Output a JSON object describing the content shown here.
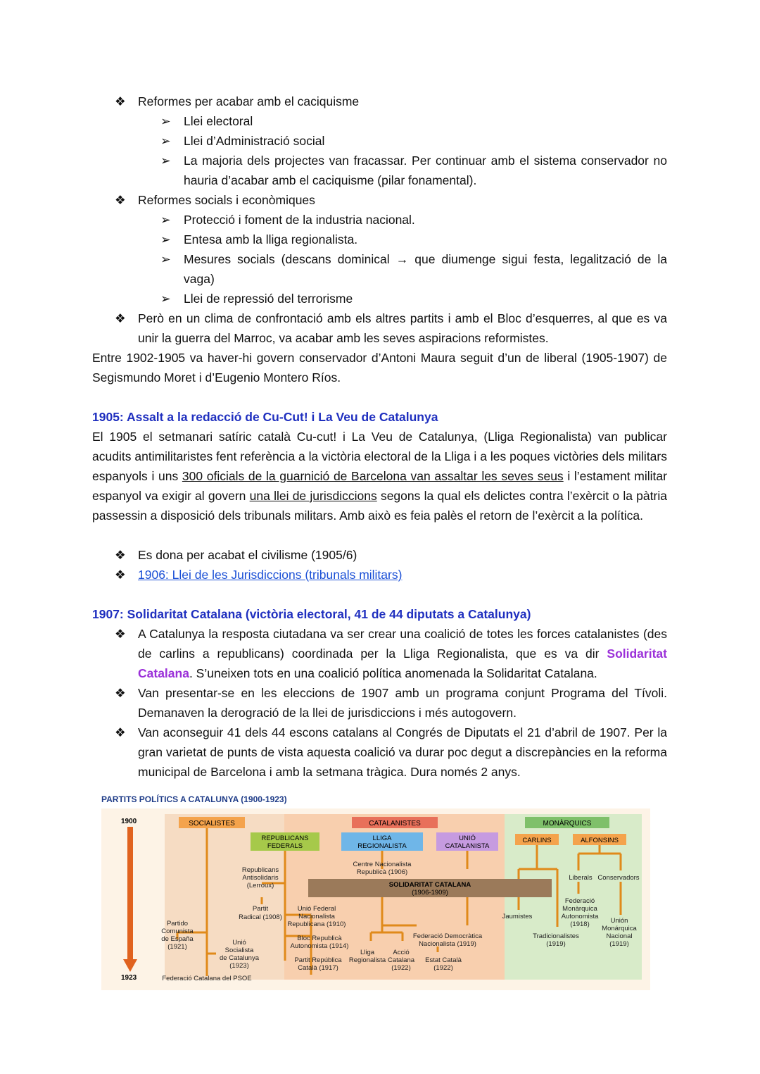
{
  "symbols": {
    "diamond": "❖",
    "arrow": "➢",
    "rarrow": "→"
  },
  "reforms": {
    "caciquisme": {
      "title": "Reformes per acabar amb el caciquisme",
      "items": [
        "Llei electoral",
        "Llei d’Administració social",
        "La majoria dels projectes van fracassar. Per continuar amb el sistema conservador no hauria d’acabar amb el caciquisme (pilar fonamental)."
      ]
    },
    "socials": {
      "title": "Reformes socials i econòmiques",
      "items": [
        "Protecció i foment de la industria nacional.",
        "Entesa amb la lliga regionalista.",
        "Mesures socials (descans dominical",
        "que diumenge sigui festa, legalització de la vaga)",
        "Llei de repressió del terrorisme"
      ]
    },
    "pero": "Però en un clima de confrontació amb els altres partits i amb el Bloc d’esquerres, al que es va unir la guerra del Marroc, va acabar amb les seves aspiracions reformistes."
  },
  "governs": "Entre 1902-1905 va haver-hi govern conservador d’Antoni Maura seguit d’un de liberal (1905-1907) de Segismundo Moret i d’Eugenio Montero Ríos.",
  "cucut": {
    "heading": "1905: Assalt a la redacció de Cu-Cut! i La Veu de Catalunya",
    "p1": "El 1905 el setmanari satíric català Cu-cut! i La Veu de Catalunya, (Lliga Regionalista) van publicar acudits antimilitaristes fent referència a la victòria electoral de la Lliga i a les poques victòries dels militars espanyols i uns",
    "u1": "300 oficials de la guarnició de Barcelona van assaltar les seves seus",
    "p2": "i l’estament militar espanyol va exigir al govern",
    "u2": "una llei de jurisdiccions",
    "p3": "segons la qual els delictes contra l’exèrcit o la pàtria passessin a disposició dels tribunals militars. Amb això es feia palès el retorn de l’exèrcit a la política.",
    "bullets": [
      "Es dona per acabat el civilisme (1905/6)"
    ],
    "link": "1906: Llei de les Jurisdiccions (tribunals militars)"
  },
  "solidaritat": {
    "heading": "1907: Solidaritat Catalana (victòria electoral, 41 de 44 diputats a Catalunya)",
    "b1a": "A Catalunya la resposta ciutadana va ser crear una coalició de totes les forces catalanistes (des de carlins a republicans) coordinada per la Lliga Regionalista, que es va dir",
    "b1h": "Solidaritat Catalana",
    "b1b": ". S’uneixen tots en una coalició política anomenada la Solidaritat Catalana.",
    "b2": "Van presentar-se en les eleccions de 1907 amb un programa conjunt Programa del Tívoli. Demanaven la derogració de la llei de jurisdiccions i més autogovern.",
    "b3": "Van aconseguir 41 dels 44 escons catalans al Congrés de Diputats el 21 d’abril de 1907. Per la gran varietat de punts de vista aquesta coalició va durar poc degut a discrepàncies en la reforma municipal de Barcelona i amb la setmana tràgica. Dura només 2 anys."
  },
  "diagram": {
    "title": "PARTITS POLÍTICS A CATALUNYA (1900-1923)",
    "year_start": "1900",
    "year_end": "1923",
    "colors": {
      "socialistes_bg": "#f6dcc3",
      "catalanistes_bg": "#f8cfae",
      "monarquics_bg": "#d8ebc9",
      "orange_box": "#f4a34c",
      "red_box": "#e8705a",
      "green_box": "#7fc06a",
      "fed_box": "#a6c94a",
      "lliga_box": "#6fb6e8",
      "unio_box": "#c69be0",
      "solidaritat_box": "#9b7a5a",
      "line": "#e08a1a",
      "title_color": "#1f3c88"
    },
    "groups": {
      "socialistes": "SOCIALISTES",
      "catalanistes": "CATALANISTES",
      "monarquics": "MONÀRQUICS",
      "republicans": [
        "REPUBLICANS",
        "FEDERALS"
      ],
      "lliga": [
        "LLIGA",
        "REGIONALISTA"
      ],
      "unio": [
        "UNIÓ",
        "CATALANISTA"
      ],
      "carlins": "CARLINS",
      "alfonsins": "ALFONSINS"
    },
    "solidaritat": [
      "SOLIDARITAT CATALANA",
      "(1906-1909)"
    ],
    "labels": {
      "republicans_anti": [
        "Republicans",
        "Antisolidaris",
        "(Lerroux)"
      ],
      "partit_radical": [
        "Partit",
        "Radical (1908)"
      ],
      "centre_nac": [
        "Centre Nacionalista",
        "Republicà (1906)"
      ],
      "unio_federal": [
        "Unió Federal",
        "Nacionalista",
        "Republicana (1910)"
      ],
      "bloc_rep": [
        "Bloc Republicà",
        "Autonomista (1914)"
      ],
      "partit_rep_cat": [
        "Partit República",
        "Català (1917)"
      ],
      "lliga_reg": [
        "Lliga",
        "Regionalista"
      ],
      "accio_cat": [
        "Acció",
        "Catalana",
        "(1922)"
      ],
      "fed_dem": [
        "Federació Democràtica",
        "Nacionalista (1919)"
      ],
      "estat_cat": [
        "Estat Català",
        "(1922)"
      ],
      "pce": [
        "Partido",
        "Comunista",
        "de España",
        "(1921)"
      ],
      "unio_soc": [
        "Unió",
        "Socialista",
        "de Catalunya",
        "(1923)"
      ],
      "fed_psoe": "Federació Catalana del PSOE",
      "liberals": "Liberals",
      "conservadors": "Conservadors",
      "fed_mon": [
        "Federació",
        "Monàrquica",
        "Autonomista",
        "(1918)"
      ],
      "jaumistes": "Jaumistes",
      "tradicionalistes": [
        "Tradicionalistes",
        "(1919)"
      ],
      "union_mon": [
        "Unión",
        "Monárquica",
        "Nacional",
        "(1919)"
      ]
    }
  }
}
